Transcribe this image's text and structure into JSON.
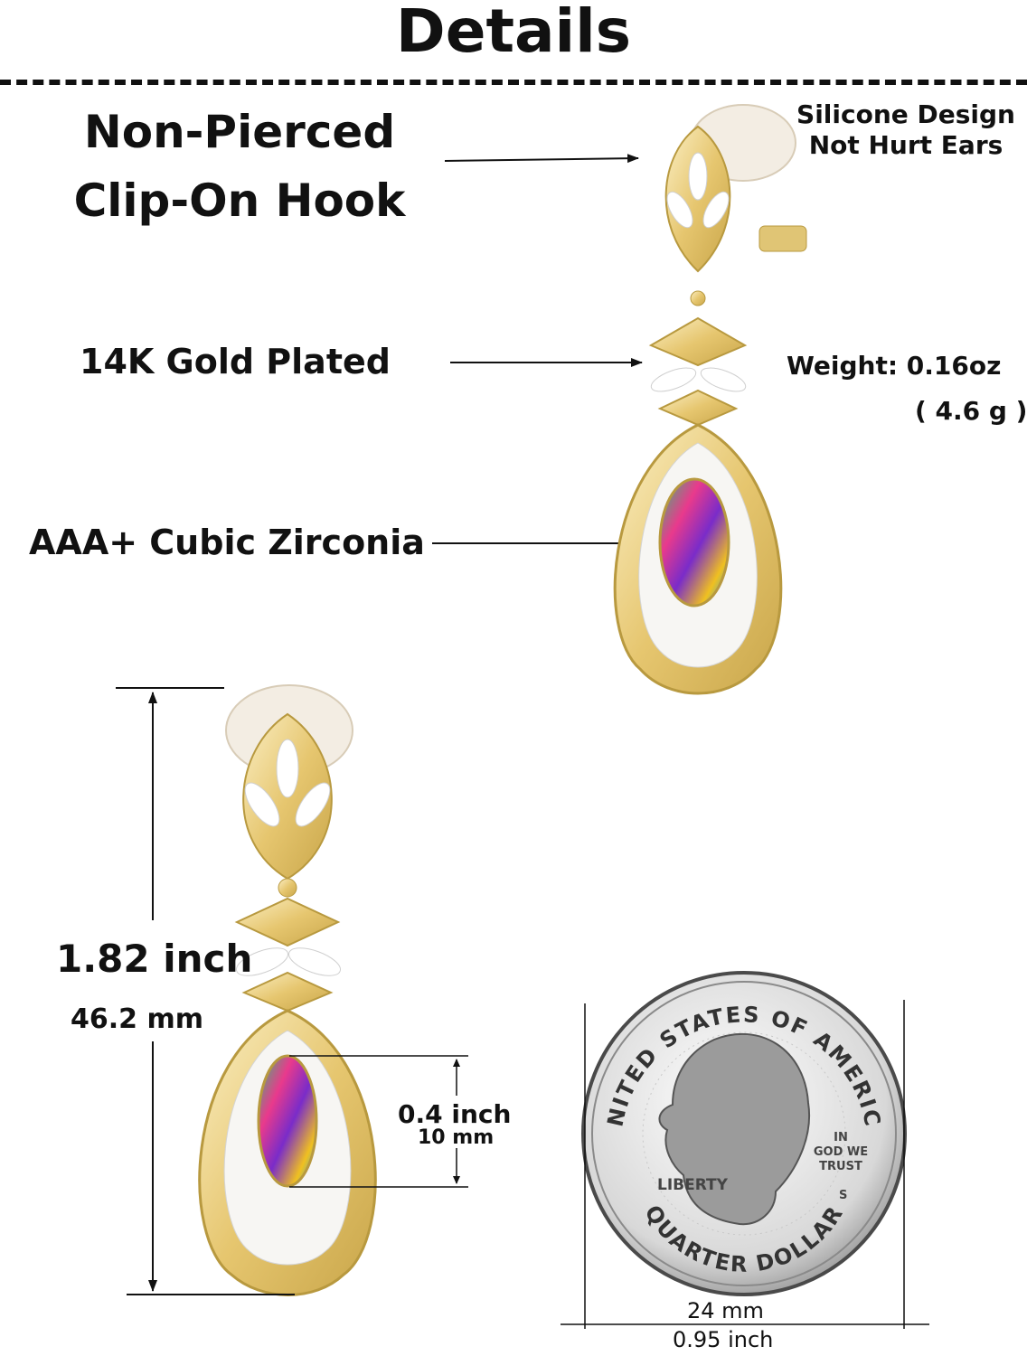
{
  "header": {
    "title": "Details"
  },
  "callouts": {
    "clip_line1": "Non-Pierced",
    "clip_line2": "Clip-On Hook",
    "silicone_line1": "Silicone Design",
    "silicone_line2": "Not Hurt Ears",
    "gold": "14K Gold Plated",
    "weight_label": "Weight:",
    "weight_oz": "0.16oz",
    "weight_g": "( 4.6 g )",
    "zirconia": "AAA+ Cubic Zirconia"
  },
  "dimensions": {
    "length_inch": "1.82 inch",
    "length_mm": "46.2 mm",
    "stone_inch": "0.4 inch",
    "stone_mm": "10 mm",
    "coin_mm": "24 mm",
    "coin_inch": "0.95 inch"
  },
  "coin": {
    "top_text": "UNITED STATES OF AMERICA",
    "bottom_text": "QUARTER DOLLAR",
    "liberty": "LIBERTY",
    "motto_1": "IN",
    "motto_2": "GOD WE",
    "motto_3": "TRUST",
    "mint": "S"
  },
  "colors": {
    "gold": "#e8cd7c",
    "gold_dark": "#b8993f",
    "text": "#111111"
  }
}
